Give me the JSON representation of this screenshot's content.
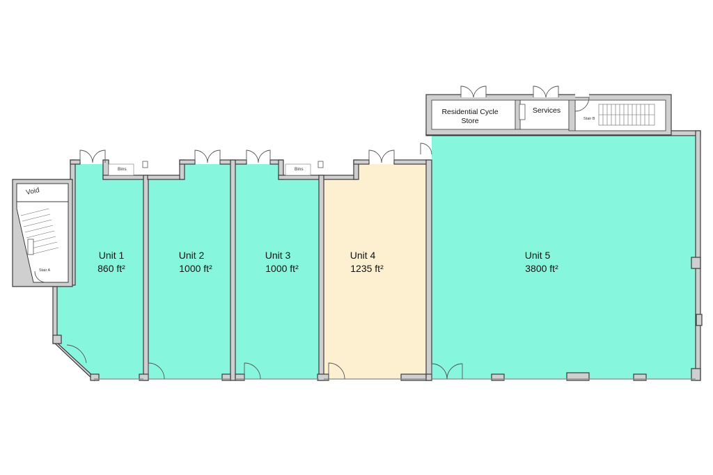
{
  "colors": {
    "unit_green": "#86f7dc",
    "unit_highlight": "#fdf0d0",
    "wall": "#cfcfcf",
    "wall_stroke": "#3a3a3a"
  },
  "units": [
    {
      "name": "Unit 1",
      "area": "860 ft²",
      "color": "#86f7dc"
    },
    {
      "name": "Unit 2",
      "area": "1000 ft²",
      "color": "#86f7dc"
    },
    {
      "name": "Unit 3",
      "area": "1000 ft²",
      "color": "#86f7dc"
    },
    {
      "name": "Unit 4",
      "area": "1235 ft²",
      "color": "#fdf0d0"
    },
    {
      "name": "Unit 5",
      "area": "3800 ft²",
      "color": "#86f7dc"
    }
  ],
  "rooms": {
    "cycle_store_line1": "Residential Cycle",
    "cycle_store_line2": "Store",
    "services": "Services",
    "bins_left": "Bins",
    "bins_right": "Bins",
    "void": "Void",
    "stair_a": "Stair A",
    "stair_b": "Stair B"
  }
}
